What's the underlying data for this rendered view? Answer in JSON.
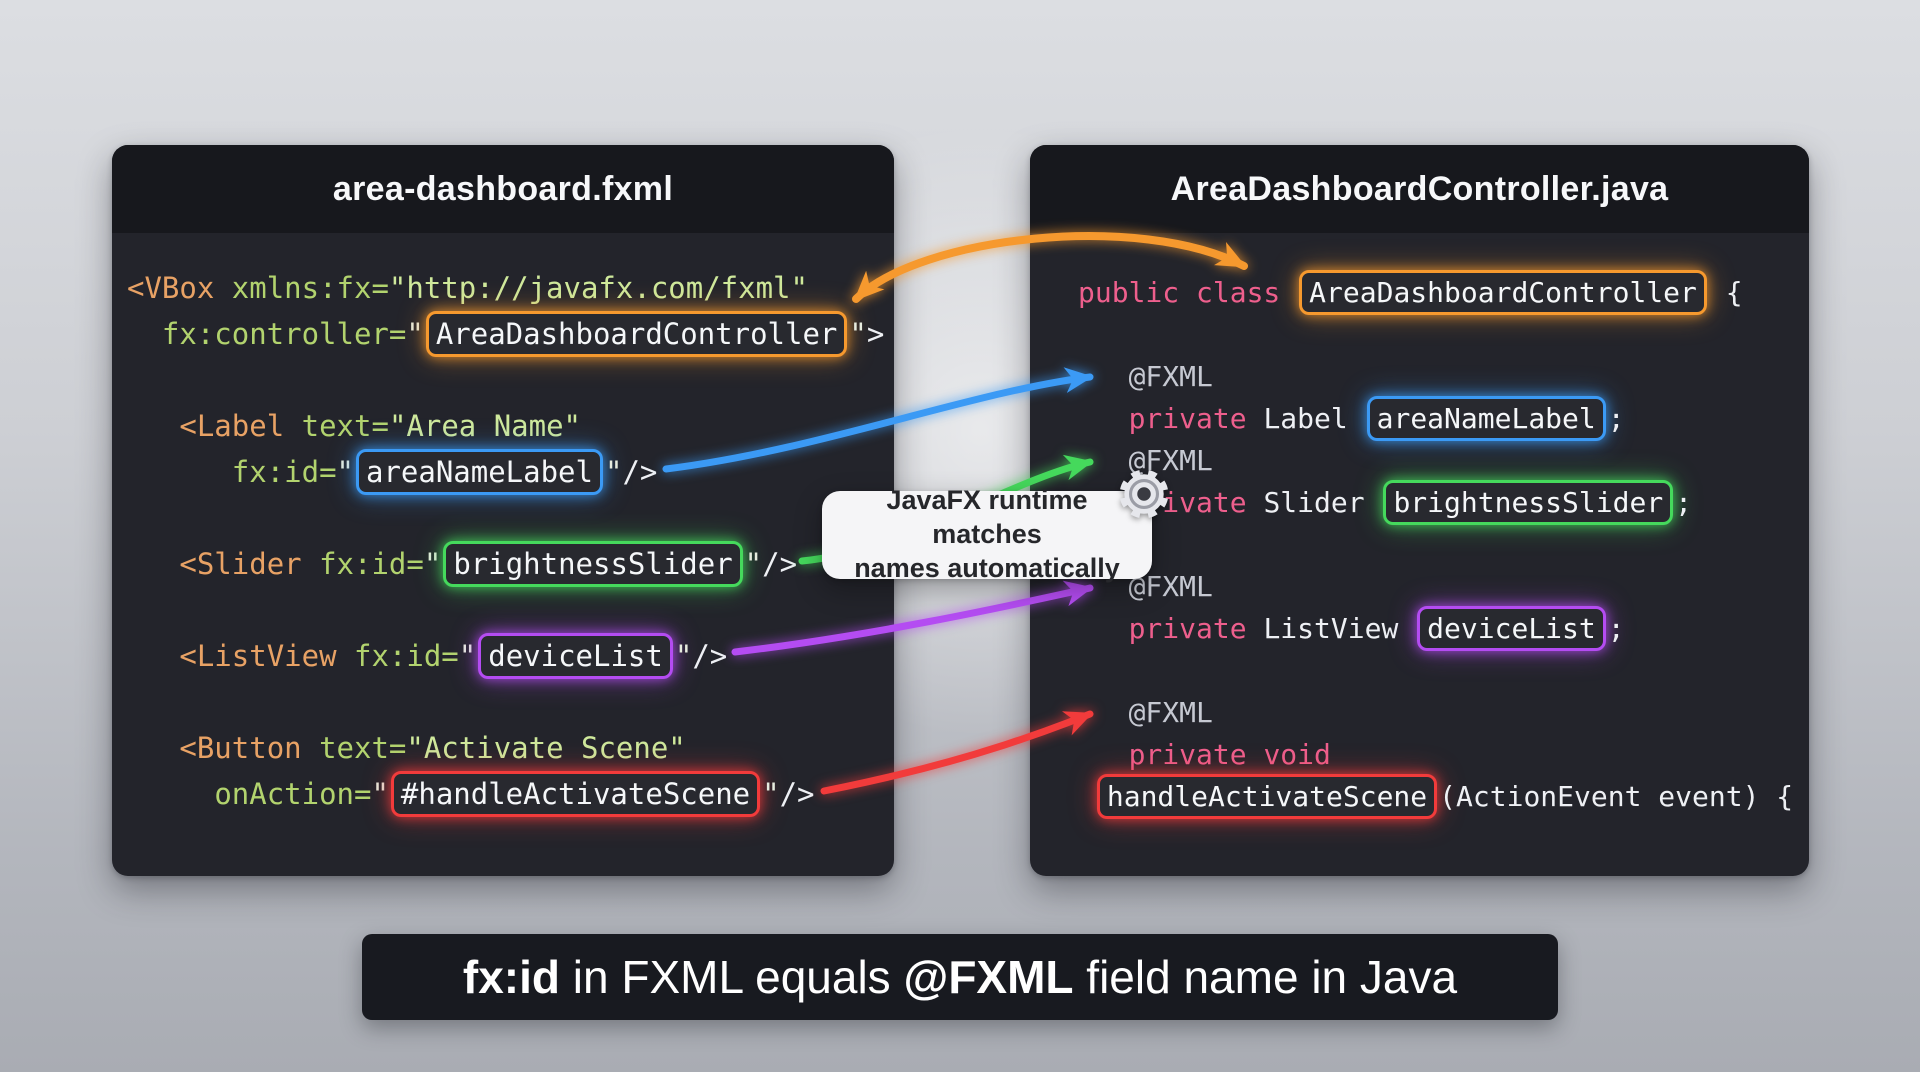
{
  "colors": {
    "orange": "#f6992e",
    "blue": "#3b9af5",
    "green": "#45d95c",
    "purple": "#b44cf2",
    "red": "#f23b3b"
  },
  "left_panel": {
    "title": "area-dashboard.fxml",
    "lines": [
      {
        "tokens": [
          {
            "s": "tag",
            "t": "<VBox"
          },
          {
            "s": "plain",
            "t": " "
          },
          {
            "s": "attr",
            "t": "xmlns:fx="
          },
          {
            "s": "str",
            "t": "\"http://javafx.com/fxml\""
          }
        ]
      },
      {
        "tokens": [
          {
            "s": "plain",
            "t": "  "
          },
          {
            "s": "attr",
            "t": "fx:controller="
          },
          {
            "s": "q",
            "t": "\""
          },
          {
            "s": "plain",
            "t": "AreaDashboardController",
            "box": "orange"
          },
          {
            "s": "q",
            "t": "\""
          },
          {
            "s": "plain",
            "t": ">"
          }
        ]
      },
      {
        "tokens": []
      },
      {
        "tokens": [
          {
            "s": "plain",
            "t": "   "
          },
          {
            "s": "tag",
            "t": "<Label"
          },
          {
            "s": "plain",
            "t": " "
          },
          {
            "s": "attr",
            "t": "text="
          },
          {
            "s": "str",
            "t": "\"Area Name\""
          }
        ]
      },
      {
        "tokens": [
          {
            "s": "plain",
            "t": "      "
          },
          {
            "s": "attr",
            "t": "fx:id="
          },
          {
            "s": "q",
            "t": "\""
          },
          {
            "s": "plain",
            "t": "areaNameLabel",
            "box": "blue"
          },
          {
            "s": "q",
            "t": "\""
          },
          {
            "s": "plain",
            "t": "/>"
          }
        ]
      },
      {
        "tokens": []
      },
      {
        "tokens": [
          {
            "s": "plain",
            "t": "   "
          },
          {
            "s": "tag",
            "t": "<Slider"
          },
          {
            "s": "plain",
            "t": " "
          },
          {
            "s": "attr",
            "t": "fx:id="
          },
          {
            "s": "q",
            "t": "\""
          },
          {
            "s": "plain",
            "t": "brightnessSlider",
            "box": "green"
          },
          {
            "s": "q",
            "t": "\""
          },
          {
            "s": "plain",
            "t": "/>"
          }
        ]
      },
      {
        "tokens": []
      },
      {
        "tokens": [
          {
            "s": "plain",
            "t": "   "
          },
          {
            "s": "tag",
            "t": "<ListView"
          },
          {
            "s": "plain",
            "t": " "
          },
          {
            "s": "attr",
            "t": "fx:id="
          },
          {
            "s": "q",
            "t": "\""
          },
          {
            "s": "plain",
            "t": "deviceList",
            "box": "purple"
          },
          {
            "s": "q",
            "t": "\""
          },
          {
            "s": "plain",
            "t": "/>"
          }
        ]
      },
      {
        "tokens": []
      },
      {
        "tokens": [
          {
            "s": "plain",
            "t": "   "
          },
          {
            "s": "tag",
            "t": "<Button"
          },
          {
            "s": "plain",
            "t": " "
          },
          {
            "s": "attr",
            "t": "text="
          },
          {
            "s": "str",
            "t": "\"Activate Scene\""
          }
        ]
      },
      {
        "tokens": [
          {
            "s": "plain",
            "t": "     "
          },
          {
            "s": "attr",
            "t": "onAction="
          },
          {
            "s": "q",
            "t": "\""
          },
          {
            "s": "plain",
            "t": "#handleActivateScene",
            "box": "red"
          },
          {
            "s": "q",
            "t": "\""
          },
          {
            "s": "plain",
            "t": "/>"
          }
        ]
      }
    ]
  },
  "right_panel": {
    "title": "AreaDashboardController.java",
    "lines": [
      {
        "tokens": [
          {
            "s": "kw",
            "t": "public class"
          },
          {
            "s": "plain",
            "t": " "
          },
          {
            "s": "plain",
            "t": "AreaDashboardController",
            "box": "orange"
          },
          {
            "s": "plain",
            "t": " {"
          }
        ]
      },
      {
        "tokens": []
      },
      {
        "tokens": [
          {
            "s": "plain",
            "t": "   "
          },
          {
            "s": "ann",
            "t": "@FXML"
          }
        ]
      },
      {
        "tokens": [
          {
            "s": "plain",
            "t": "   "
          },
          {
            "s": "kw",
            "t": "private"
          },
          {
            "s": "plain",
            "t": " Label "
          },
          {
            "s": "plain",
            "t": "areaNameLabel",
            "box": "blue"
          },
          {
            "s": "plain",
            "t": ";"
          }
        ]
      },
      {
        "tokens": [
          {
            "s": "plain",
            "t": "   "
          },
          {
            "s": "ann",
            "t": "@FXML"
          }
        ]
      },
      {
        "tokens": [
          {
            "s": "plain",
            "t": "   "
          },
          {
            "s": "kw",
            "t": "private"
          },
          {
            "s": "plain",
            "t": " Slider "
          },
          {
            "s": "plain",
            "t": "brightnessSlider",
            "box": "green"
          },
          {
            "s": "plain",
            "t": ";"
          }
        ]
      },
      {
        "tokens": []
      },
      {
        "tokens": [
          {
            "s": "plain",
            "t": "   "
          },
          {
            "s": "ann",
            "t": "@FXML"
          }
        ]
      },
      {
        "tokens": [
          {
            "s": "plain",
            "t": "   "
          },
          {
            "s": "kw",
            "t": "private"
          },
          {
            "s": "plain",
            "t": " ListView "
          },
          {
            "s": "plain",
            "t": "deviceList",
            "box": "purple"
          },
          {
            "s": "plain",
            "t": ";"
          }
        ]
      },
      {
        "tokens": []
      },
      {
        "tokens": [
          {
            "s": "plain",
            "t": "   "
          },
          {
            "s": "ann",
            "t": "@FXML"
          }
        ]
      },
      {
        "tokens": [
          {
            "s": "plain",
            "t": "   "
          },
          {
            "s": "kw",
            "t": "private void"
          }
        ]
      },
      {
        "tokens": [
          {
            "s": "plain",
            "t": " "
          },
          {
            "s": "plain",
            "t": "handleActivateScene",
            "box": "red"
          },
          {
            "s": "plain",
            "t": "(ActionEvent event) {"
          }
        ]
      }
    ]
  },
  "tooltip": {
    "line1": "JavaFX runtime matches",
    "line2": "names automatically",
    "icon": "gear-icon"
  },
  "banner": {
    "segments": [
      {
        "text": "fx:id",
        "bold": true
      },
      {
        "text": " in FXML equals ",
        "bold": false
      },
      {
        "text": "@FXML",
        "bold": true
      },
      {
        "text": " field name in Java",
        "bold": false
      }
    ]
  },
  "connections": [
    {
      "color": "orange",
      "from": "fx:controller=\"AreaDashboardController\"",
      "to": "public class AreaDashboardController",
      "heads": "both"
    },
    {
      "color": "blue",
      "from": "fx:id=\"areaNameLabel\"",
      "to": "@FXML private Label areaNameLabel",
      "heads": "end"
    },
    {
      "color": "green",
      "from": "fx:id=\"brightnessSlider\"",
      "to": "@FXML private Slider brightnessSlider",
      "heads": "end"
    },
    {
      "color": "purple",
      "from": "fx:id=\"deviceList\"",
      "to": "@FXML private ListView deviceList",
      "heads": "end"
    },
    {
      "color": "red",
      "from": "onAction=\"#handleActivateScene\"",
      "to": "@FXML private void handleActivateScene",
      "heads": "end"
    }
  ]
}
